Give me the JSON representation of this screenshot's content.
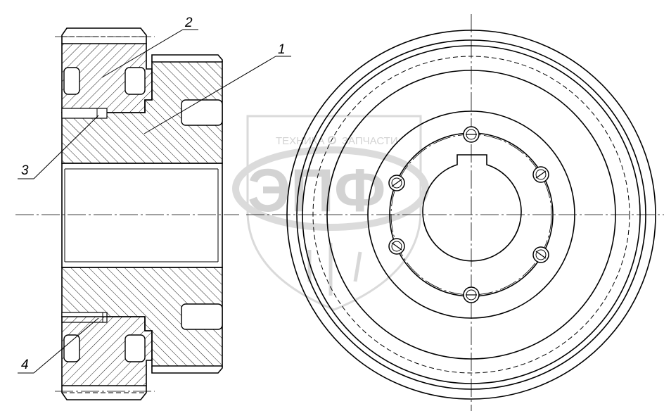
{
  "callouts": [
    {
      "id": "2",
      "text": "2"
    },
    {
      "id": "1",
      "text": "1"
    },
    {
      "id": "3",
      "text": "3"
    },
    {
      "id": "4",
      "text": "4"
    }
  ],
  "watermark": {
    "top_text": "ТЕХНИКА",
    "top_text_2": "ЗАПЧАСТИ",
    "logo": "ЭПФ"
  }
}
